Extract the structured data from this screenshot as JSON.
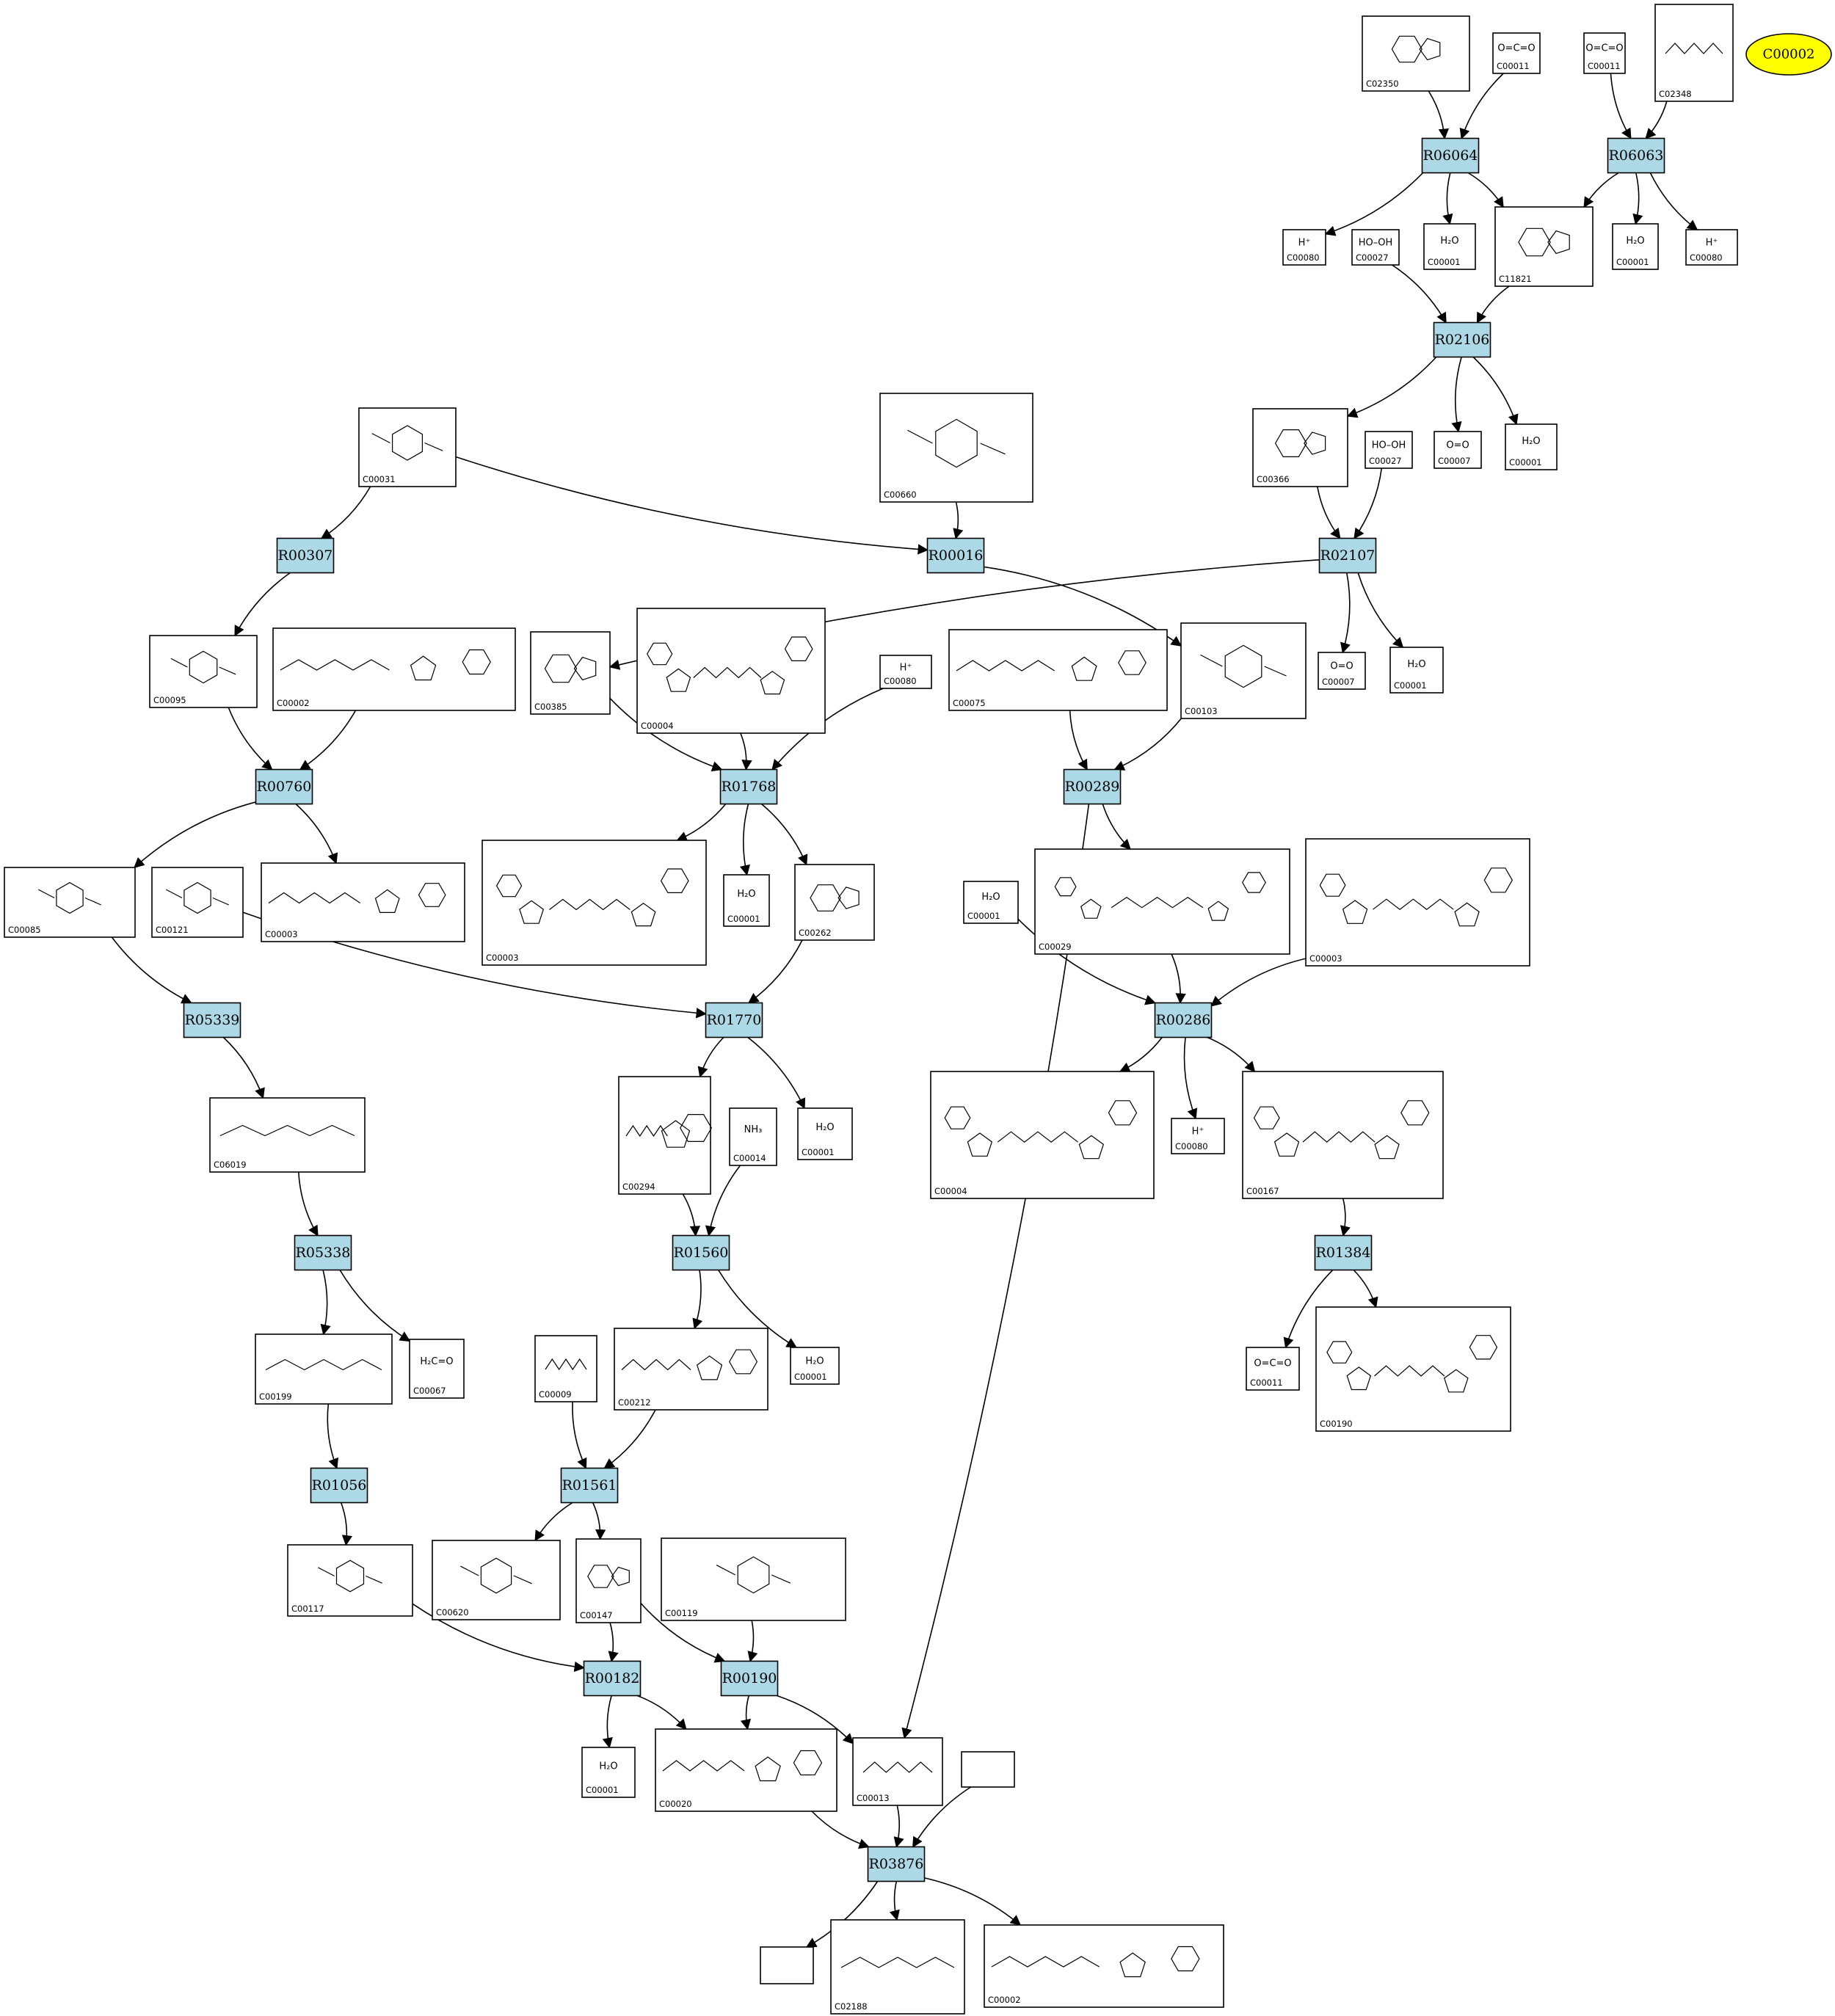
{
  "colors": {
    "reaction_fill": "#add8e6",
    "highlight_fill": "#ffff00",
    "stroke": "#000000",
    "background": "#ffffff"
  },
  "highlight": {
    "label": "C00002"
  },
  "reactions": [
    {
      "id": "R06064"
    },
    {
      "id": "R06063"
    },
    {
      "id": "R02106"
    },
    {
      "id": "R02107"
    },
    {
      "id": "R00307"
    },
    {
      "id": "R00016"
    },
    {
      "id": "R00760"
    },
    {
      "id": "R01768"
    },
    {
      "id": "R00289"
    },
    {
      "id": "R05339"
    },
    {
      "id": "R01770"
    },
    {
      "id": "R00286"
    },
    {
      "id": "R05338"
    },
    {
      "id": "R01560"
    },
    {
      "id": "R01384"
    },
    {
      "id": "R01056"
    },
    {
      "id": "R01561"
    },
    {
      "id": "R00182"
    },
    {
      "id": "R00190"
    },
    {
      "id": "R03876"
    }
  ],
  "compounds": [
    {
      "id": "C02350",
      "formula": "",
      "kind": "ring"
    },
    {
      "id": "C00011",
      "formula": "O=C=O",
      "kind": "small"
    },
    {
      "id": "C00011",
      "formula": "O=C=O",
      "kind": "small"
    },
    {
      "id": "C02348",
      "formula": "",
      "kind": "chain"
    },
    {
      "id": "C00080",
      "formula": "H⁺",
      "kind": "small"
    },
    {
      "id": "C00027",
      "formula": "HO–OH",
      "kind": "small"
    },
    {
      "id": "C00001",
      "formula": "H₂O",
      "kind": "small"
    },
    {
      "id": "C11821",
      "formula": "",
      "kind": "ring"
    },
    {
      "id": "C00001",
      "formula": "H₂O",
      "kind": "small"
    },
    {
      "id": "C00080",
      "formula": "H⁺",
      "kind": "small"
    },
    {
      "id": "C00031",
      "formula": "",
      "kind": "sugar"
    },
    {
      "id": "C00660",
      "formula": "",
      "kind": "sugar"
    },
    {
      "id": "C00366",
      "formula": "",
      "kind": "ring"
    },
    {
      "id": "C00027",
      "formula": "HO–OH",
      "kind": "small"
    },
    {
      "id": "C00007",
      "formula": "O=O",
      "kind": "small"
    },
    {
      "id": "C00001",
      "formula": "H₂O",
      "kind": "small"
    },
    {
      "id": "C00095",
      "formula": "",
      "kind": "sugar"
    },
    {
      "id": "C00002",
      "formula": "",
      "kind": "nucleotide"
    },
    {
      "id": "C00385",
      "formula": "",
      "kind": "ring"
    },
    {
      "id": "C00004",
      "formula": "",
      "kind": "dinucleotide"
    },
    {
      "id": "C00080",
      "formula": "H⁺",
      "kind": "small"
    },
    {
      "id": "C00075",
      "formula": "",
      "kind": "nucleotide"
    },
    {
      "id": "C00103",
      "formula": "",
      "kind": "sugar"
    },
    {
      "id": "C00007",
      "formula": "O=O",
      "kind": "small"
    },
    {
      "id": "C00001",
      "formula": "H₂O",
      "kind": "small"
    },
    {
      "id": "C00085",
      "formula": "",
      "kind": "sugar"
    },
    {
      "id": "C00121",
      "formula": "",
      "kind": "sugar"
    },
    {
      "id": "C00003",
      "formula": "",
      "kind": "nucleotide"
    },
    {
      "id": "C00003",
      "formula": "",
      "kind": "dinucleotide"
    },
    {
      "id": "C00001",
      "formula": "H₂O",
      "kind": "small"
    },
    {
      "id": "C00262",
      "formula": "",
      "kind": "ring"
    },
    {
      "id": "C00001",
      "formula": "H₂O",
      "kind": "small"
    },
    {
      "id": "C00029",
      "formula": "",
      "kind": "dinucleotide"
    },
    {
      "id": "C00003",
      "formula": "",
      "kind": "dinucleotide"
    },
    {
      "id": "C06019",
      "formula": "",
      "kind": "chain"
    },
    {
      "id": "C00294",
      "formula": "",
      "kind": "nucleotide"
    },
    {
      "id": "C00014",
      "formula": "NH₃",
      "kind": "small"
    },
    {
      "id": "C00001",
      "formula": "H₂O",
      "kind": "small"
    },
    {
      "id": "C00004",
      "formula": "",
      "kind": "dinucleotide"
    },
    {
      "id": "C00080",
      "formula": "H⁺",
      "kind": "small"
    },
    {
      "id": "C00167",
      "formula": "",
      "kind": "dinucleotide"
    },
    {
      "id": "C00199",
      "formula": "",
      "kind": "chain"
    },
    {
      "id": "C00067",
      "formula": "H₂C=O",
      "kind": "small"
    },
    {
      "id": "C00009",
      "formula": "",
      "kind": "chain"
    },
    {
      "id": "C00212",
      "formula": "",
      "kind": "nucleotide"
    },
    {
      "id": "C00001",
      "formula": "H₂O",
      "kind": "small"
    },
    {
      "id": "C00011",
      "formula": "O=C=O",
      "kind": "small"
    },
    {
      "id": "C00190",
      "formula": "",
      "kind": "dinucleotide"
    },
    {
      "id": "C00117",
      "formula": "",
      "kind": "sugar"
    },
    {
      "id": "C00620",
      "formula": "",
      "kind": "sugar"
    },
    {
      "id": "C00147",
      "formula": "",
      "kind": "ring"
    },
    {
      "id": "C00119",
      "formula": "",
      "kind": "sugar"
    },
    {
      "id": "C00001",
      "formula": "H₂O",
      "kind": "small"
    },
    {
      "id": "C00020",
      "formula": "",
      "kind": "nucleotide"
    },
    {
      "id": "C00013",
      "formula": "",
      "kind": "chain"
    },
    {
      "id": "",
      "formula": "",
      "kind": "empty"
    },
    {
      "id": "",
      "formula": "",
      "kind": "empty"
    },
    {
      "id": "C02188",
      "formula": "",
      "kind": "chain"
    },
    {
      "id": "C00002",
      "formula": "",
      "kind": "nucleotide"
    }
  ],
  "edges": [
    [
      "c0",
      "r0"
    ],
    [
      "c1",
      "r0"
    ],
    [
      "r0",
      "c4"
    ],
    [
      "r0",
      "c6"
    ],
    [
      "r0",
      "c7"
    ],
    [
      "c2",
      "r1"
    ],
    [
      "c3",
      "r1"
    ],
    [
      "r1",
      "c7"
    ],
    [
      "r1",
      "c8"
    ],
    [
      "r1",
      "c9"
    ],
    [
      "c5",
      "r2"
    ],
    [
      "c7",
      "r2"
    ],
    [
      "r2",
      "c12"
    ],
    [
      "r2",
      "c14"
    ],
    [
      "r2",
      "c15"
    ],
    [
      "c12",
      "r3"
    ],
    [
      "c13",
      "r3"
    ],
    [
      "r3",
      "c18"
    ],
    [
      "r3",
      "c23"
    ],
    [
      "r3",
      "c24"
    ],
    [
      "c10",
      "r4"
    ],
    [
      "c10",
      "r5"
    ],
    [
      "c11",
      "r5"
    ],
    [
      "r4",
      "c16"
    ],
    [
      "r5",
      "c22"
    ],
    [
      "c16",
      "r6"
    ],
    [
      "c17",
      "r6"
    ],
    [
      "r6",
      "c25"
    ],
    [
      "r6",
      "c27"
    ],
    [
      "c18",
      "r7"
    ],
    [
      "c19",
      "r7"
    ],
    [
      "c20",
      "r7"
    ],
    [
      "r7",
      "c28"
    ],
    [
      "r7",
      "c29"
    ],
    [
      "r7",
      "c30"
    ],
    [
      "c21",
      "r8"
    ],
    [
      "c22",
      "r8"
    ],
    [
      "r8",
      "c32"
    ],
    [
      "r8",
      "c54"
    ],
    [
      "c25",
      "r9"
    ],
    [
      "r9",
      "c34"
    ],
    [
      "c26",
      "r10"
    ],
    [
      "c30",
      "r10"
    ],
    [
      "r10",
      "c35"
    ],
    [
      "r10",
      "c37"
    ],
    [
      "c31",
      "r11"
    ],
    [
      "c32",
      "r11"
    ],
    [
      "c33",
      "r11"
    ],
    [
      "r11",
      "c38"
    ],
    [
      "r11",
      "c39"
    ],
    [
      "r11",
      "c40"
    ],
    [
      "c34",
      "r12"
    ],
    [
      "r12",
      "c41"
    ],
    [
      "r12",
      "c42"
    ],
    [
      "c35",
      "r13"
    ],
    [
      "c36",
      "r13"
    ],
    [
      "r13",
      "c44"
    ],
    [
      "r13",
      "c45"
    ],
    [
      "c40",
      "r14"
    ],
    [
      "r14",
      "c46"
    ],
    [
      "r14",
      "c47"
    ],
    [
      "c41",
      "r15"
    ],
    [
      "r15",
      "c48"
    ],
    [
      "c43",
      "r16"
    ],
    [
      "c44",
      "r16"
    ],
    [
      "r16",
      "c49"
    ],
    [
      "r16",
      "c50"
    ],
    [
      "c48",
      "r17"
    ],
    [
      "c50",
      "r17"
    ],
    [
      "r17",
      "c52"
    ],
    [
      "r17",
      "c53"
    ],
    [
      "c50",
      "r18"
    ],
    [
      "c51",
      "r18"
    ],
    [
      "r18",
      "c53"
    ],
    [
      "r18",
      "c54"
    ],
    [
      "c53",
      "r19"
    ],
    [
      "c54",
      "r19"
    ],
    [
      "c55",
      "r19"
    ],
    [
      "r19",
      "c56"
    ],
    [
      "r19",
      "c57"
    ],
    [
      "r19",
      "c58"
    ]
  ]
}
